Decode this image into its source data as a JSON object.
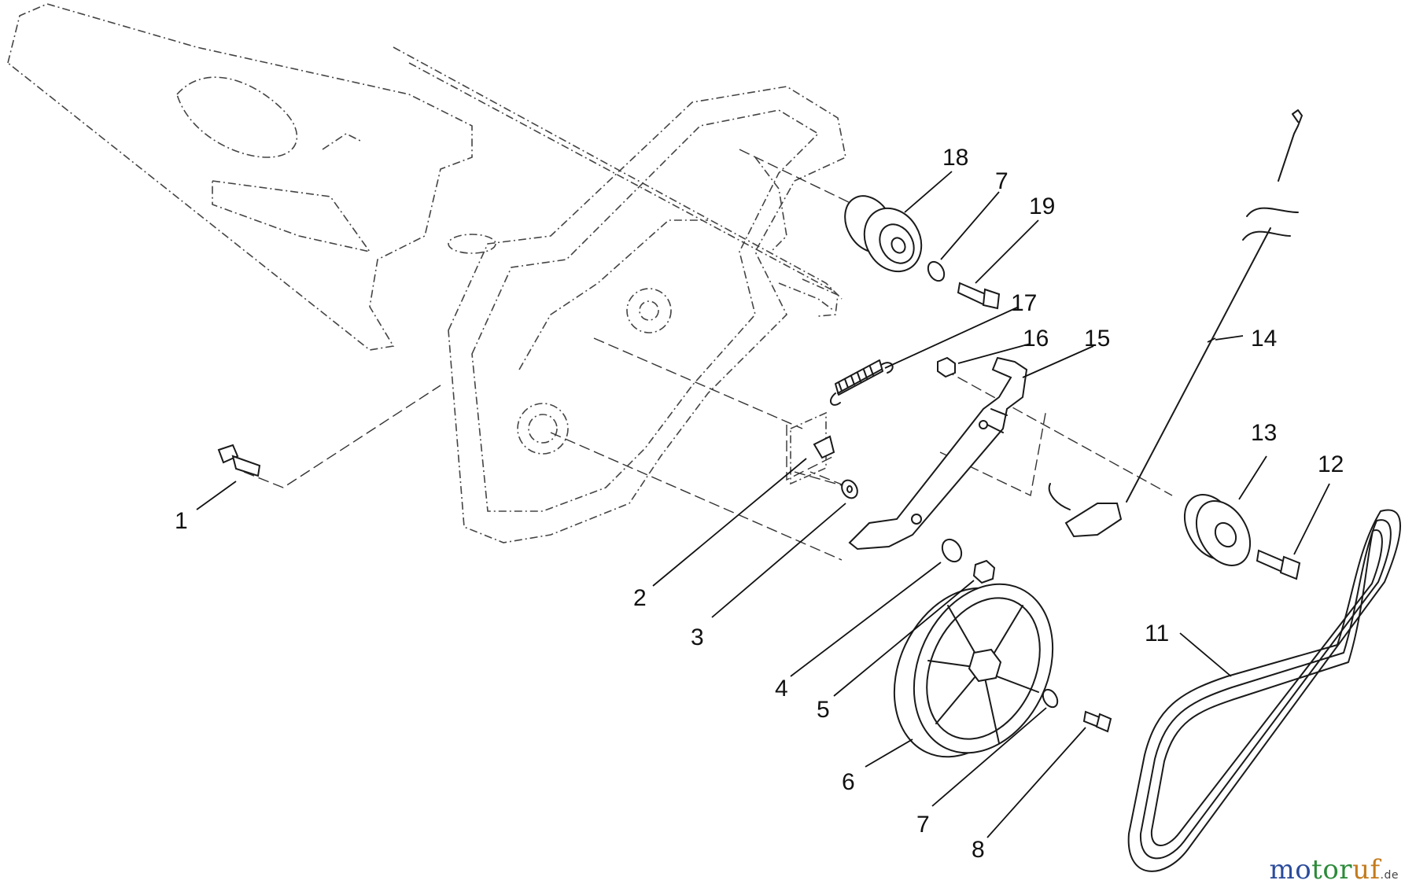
{
  "callouts": [
    {
      "id": "c1",
      "label": "1"
    },
    {
      "id": "c2",
      "label": "2"
    },
    {
      "id": "c3",
      "label": "3"
    },
    {
      "id": "c4",
      "label": "4"
    },
    {
      "id": "c5",
      "label": "5"
    },
    {
      "id": "c6",
      "label": "6"
    },
    {
      "id": "c7a",
      "label": "7"
    },
    {
      "id": "c7b",
      "label": "7"
    },
    {
      "id": "c8",
      "label": "8"
    },
    {
      "id": "c11",
      "label": "11"
    },
    {
      "id": "c12",
      "label": "12"
    },
    {
      "id": "c13",
      "label": "13"
    },
    {
      "id": "c14",
      "label": "14"
    },
    {
      "id": "c15",
      "label": "15"
    },
    {
      "id": "c16",
      "label": "16"
    },
    {
      "id": "c17",
      "label": "17"
    },
    {
      "id": "c18",
      "label": "18"
    },
    {
      "id": "c19",
      "label": "19"
    }
  ],
  "watermark": {
    "part1": "mo",
    "part2": "tor",
    "part3": "uf",
    "tld": ".de"
  }
}
